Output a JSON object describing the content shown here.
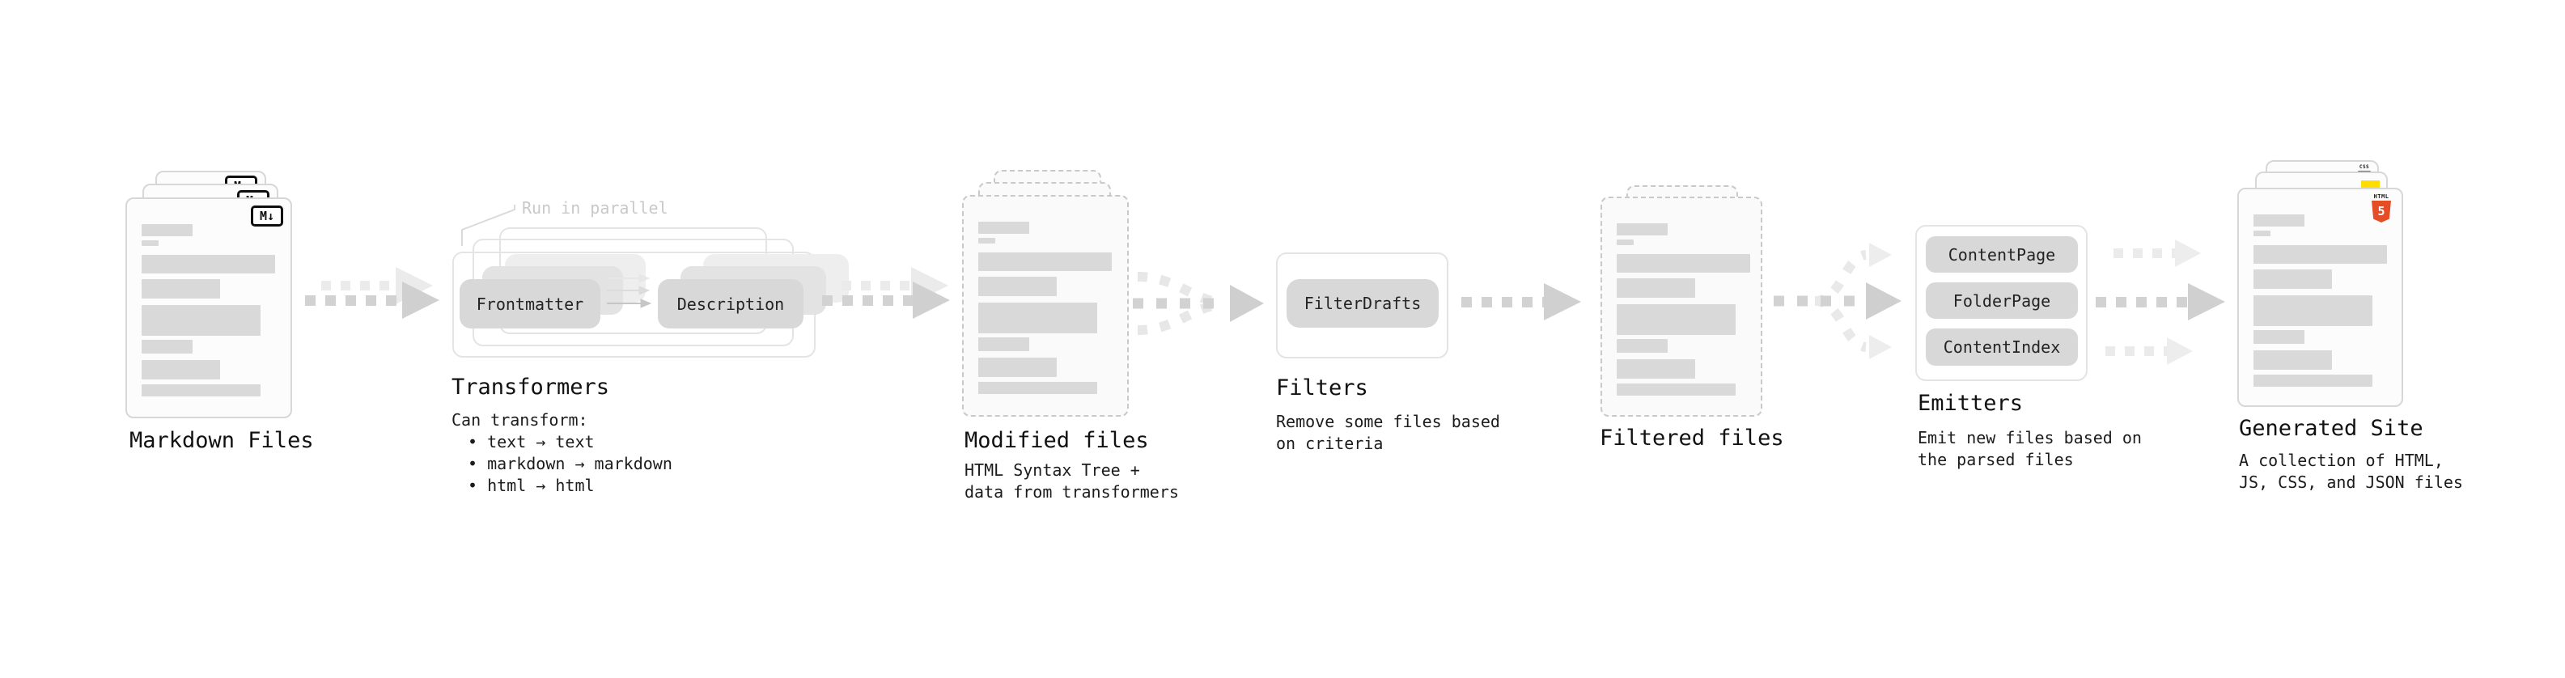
{
  "stages": {
    "markdown_files": {
      "title": "Markdown Files",
      "badge": "M↓"
    },
    "transformers": {
      "title": "Transformers",
      "note": "Run in parallel",
      "source_pill": "Frontmatter",
      "target_pill": "Description",
      "body": [
        "Can transform:",
        "• text → text",
        "• markdown → markdown",
        "• html → html"
      ]
    },
    "modified_files": {
      "title": "Modified files",
      "subtitle": [
        "HTML Syntax Tree +",
        "data from transformers"
      ]
    },
    "filters": {
      "title": "Filters",
      "pill": "FilterDrafts",
      "subtitle": [
        "Remove some files based",
        "on criteria"
      ]
    },
    "filtered_files": {
      "title": "Filtered files"
    },
    "emitters": {
      "title": "Emitters",
      "pills": [
        "ContentPage",
        "FolderPage",
        "ContentIndex"
      ],
      "subtitle": [
        "Emit new files based on",
        "the parsed files"
      ]
    },
    "generated_site": {
      "title": "Generated Site",
      "subtitle": [
        "A collection of HTML,",
        "JS, CSS, and JSON files"
      ],
      "icons": {
        "css_label": "CSS",
        "html_label": "HTML",
        "html_digit": "5"
      }
    }
  },
  "colors": {
    "html5_orange": "#e44d26",
    "js_yellow": "#ffdd00",
    "css_blue": "#2d66f2",
    "placeholder_gray": "#d9d9d9",
    "arrow_gray": "#d2d2d2",
    "note_gray": "#c9c9c9"
  }
}
